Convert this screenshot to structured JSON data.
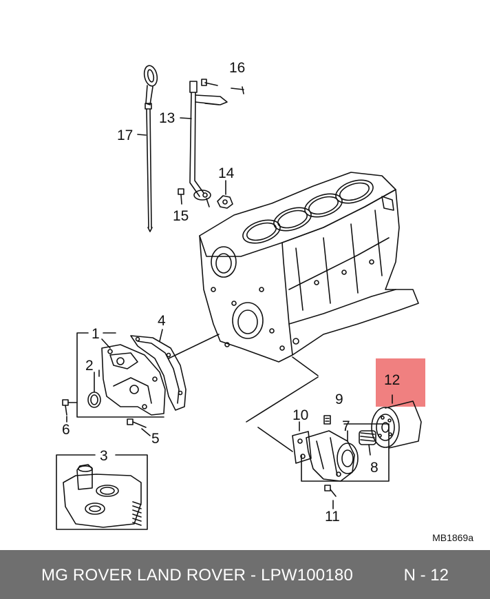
{
  "callouts": [
    "1",
    "2",
    "3",
    "4",
    "5",
    "6",
    "7",
    "8",
    "9",
    "10",
    "11",
    "12",
    "13",
    "14",
    "15",
    "16",
    "17"
  ],
  "reference": "MB1869a",
  "footer": {
    "title": "MG ROVER LAND ROVER - LPW100180",
    "page": "N - 12"
  },
  "colors": {
    "highlight": "#f08080",
    "footer_bg": "#6f6f6f",
    "line": "#111111"
  }
}
